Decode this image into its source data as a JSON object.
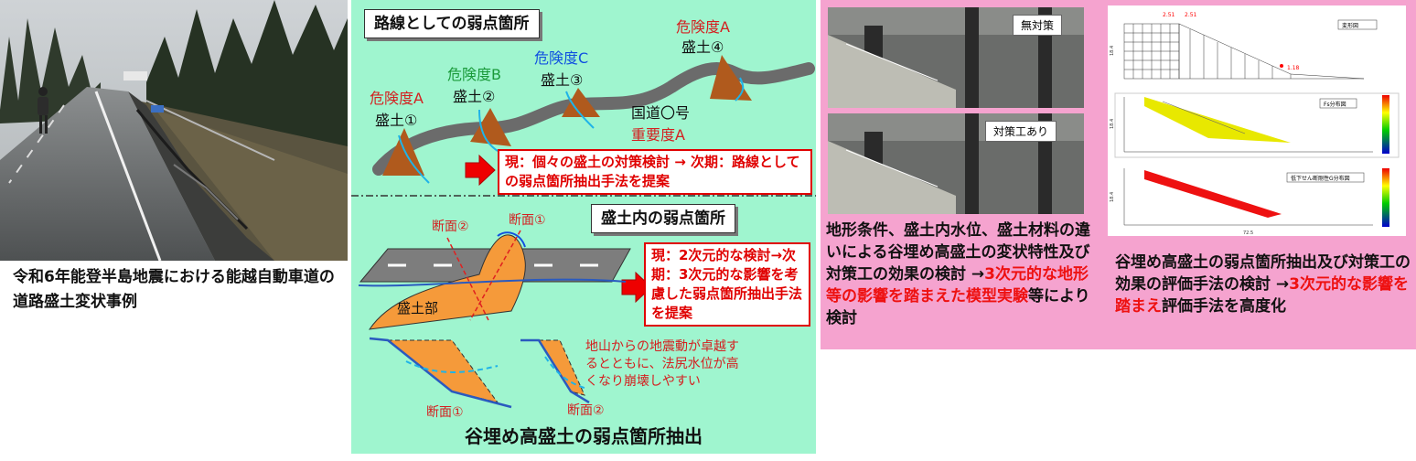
{
  "photo": {
    "caption": "令和6年能登半島地震における能越自動車道の道路盛土変状事例"
  },
  "diagram": {
    "route_title": "路線としての弱点箇所",
    "embankment_title": "盛土内の弱点箇所",
    "bottom_title": "谷埋め高盛土の弱点箇所抽出",
    "route_labels": [
      {
        "risk": "危険度A",
        "name": "盛土①",
        "color": "#d42020"
      },
      {
        "risk": "危険度B",
        "name": "盛土②",
        "color": "#1a9a3a"
      },
      {
        "risk": "危険度C",
        "name": "盛土③",
        "color": "#1050e0"
      },
      {
        "risk": "危険度A",
        "name": "盛土④",
        "color": "#d42020"
      }
    ],
    "road_name": "国道〇号",
    "importance": "重要度A",
    "route_proposal": "現：個々の盛土の対策検討 → 次期：路線としての弱点箇所抽出手法を提案",
    "embankment_proposal": "現：2次元的な検討→次期：3次元的な影響を考慮した弱点箇所抽出手法を提案",
    "section1": "断面①",
    "section2": "断面②",
    "fill_part": "盛土部",
    "note": "地山からの地震動が卓越するとともに、法尻水位が高くなり崩壊しやすい",
    "lower_section1": "断面①",
    "lower_section2": "断面②"
  },
  "model": {
    "label_none": "無対策",
    "label_with": "対策工あり",
    "text_plain": "地形条件、盛土内水位、盛土材料の違いによる谷埋め高盛土の変状特性及び対策工の効果の検討 →",
    "text_highlight": "3次元的な地形等の影響を踏まえた模型実験",
    "text_tail": "等により検討"
  },
  "analysis": {
    "title1": "変形図",
    "title2": "Fs分布図",
    "title3": "低下せん断剛性G分布図",
    "ticks": [
      "2.51",
      "2.51",
      "1.18",
      "18.4",
      "18.4",
      "18.4",
      "72.5"
    ],
    "text_plain": "谷埋め高盛土の弱点箇所抽出及び対策工の効果の評価手法の検討 →",
    "text_highlight": "3次元的な影響を踏まえ",
    "text_tail": "評価手法を高度化"
  }
}
